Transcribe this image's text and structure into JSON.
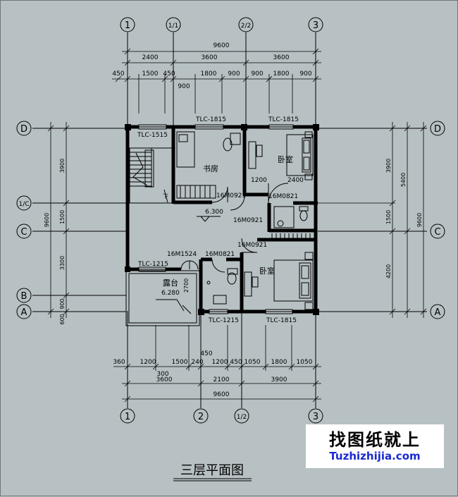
{
  "title": "三层平面图",
  "axes": {
    "top": [
      "1",
      "1/1",
      "2/2",
      "3"
    ],
    "bottom": [
      "1",
      "2",
      "1/2",
      "3"
    ],
    "left": [
      "D",
      "1/C",
      "C",
      "B",
      "A"
    ],
    "right": [
      "D",
      "C",
      "A"
    ]
  },
  "dims_top": {
    "total": "9600",
    "row1": [
      "2400",
      "3600",
      "3600"
    ],
    "row2": [
      "450",
      "1500",
      "450",
      "1800",
      "900",
      "900",
      "1800",
      "900"
    ],
    "extra": "900"
  },
  "dims_bottom": {
    "row1": [
      "360",
      "1200",
      "1500",
      "240",
      "1200",
      "450",
      "1050",
      "1800",
      "1050"
    ],
    "small": [
      "300",
      "450"
    ],
    "row2": [
      "3600",
      "2100",
      "3900"
    ],
    "total": "9600"
  },
  "dims_left": {
    "row1": [
      "3900",
      "1500",
      "3300",
      "900",
      "600"
    ],
    "total": "9600"
  },
  "dims_right": {
    "row1": [
      "3900",
      "1500",
      "4200"
    ],
    "row2": [
      "5400"
    ],
    "total": "9600"
  },
  "rooms": {
    "study": "书房",
    "bedroom_top": "卧室",
    "bedroom_bottom": "卧室",
    "terrace": "露台"
  },
  "labels": {
    "w_tl": "TLC-1515",
    "w_top_mid": "TLC-1815",
    "w_top_right": "TLC-1815",
    "w_left": "TLC-1215",
    "w_bottom_mid": "TLC-1215",
    "w_bottom_right": "TLC-1815",
    "d1": "16M0921",
    "d2": "16M0821",
    "d3": "16M0921",
    "d4": "16M0921",
    "d5": "16M1524",
    "d6": "16M0821",
    "elev_main": "6.300",
    "elev_terrace": "6.280",
    "in_1200": "1200",
    "in_2400": "2400",
    "in_2700": "2700"
  },
  "brand": {
    "cn": "找图纸就上",
    "url": "Tuzhizhijia.com"
  }
}
